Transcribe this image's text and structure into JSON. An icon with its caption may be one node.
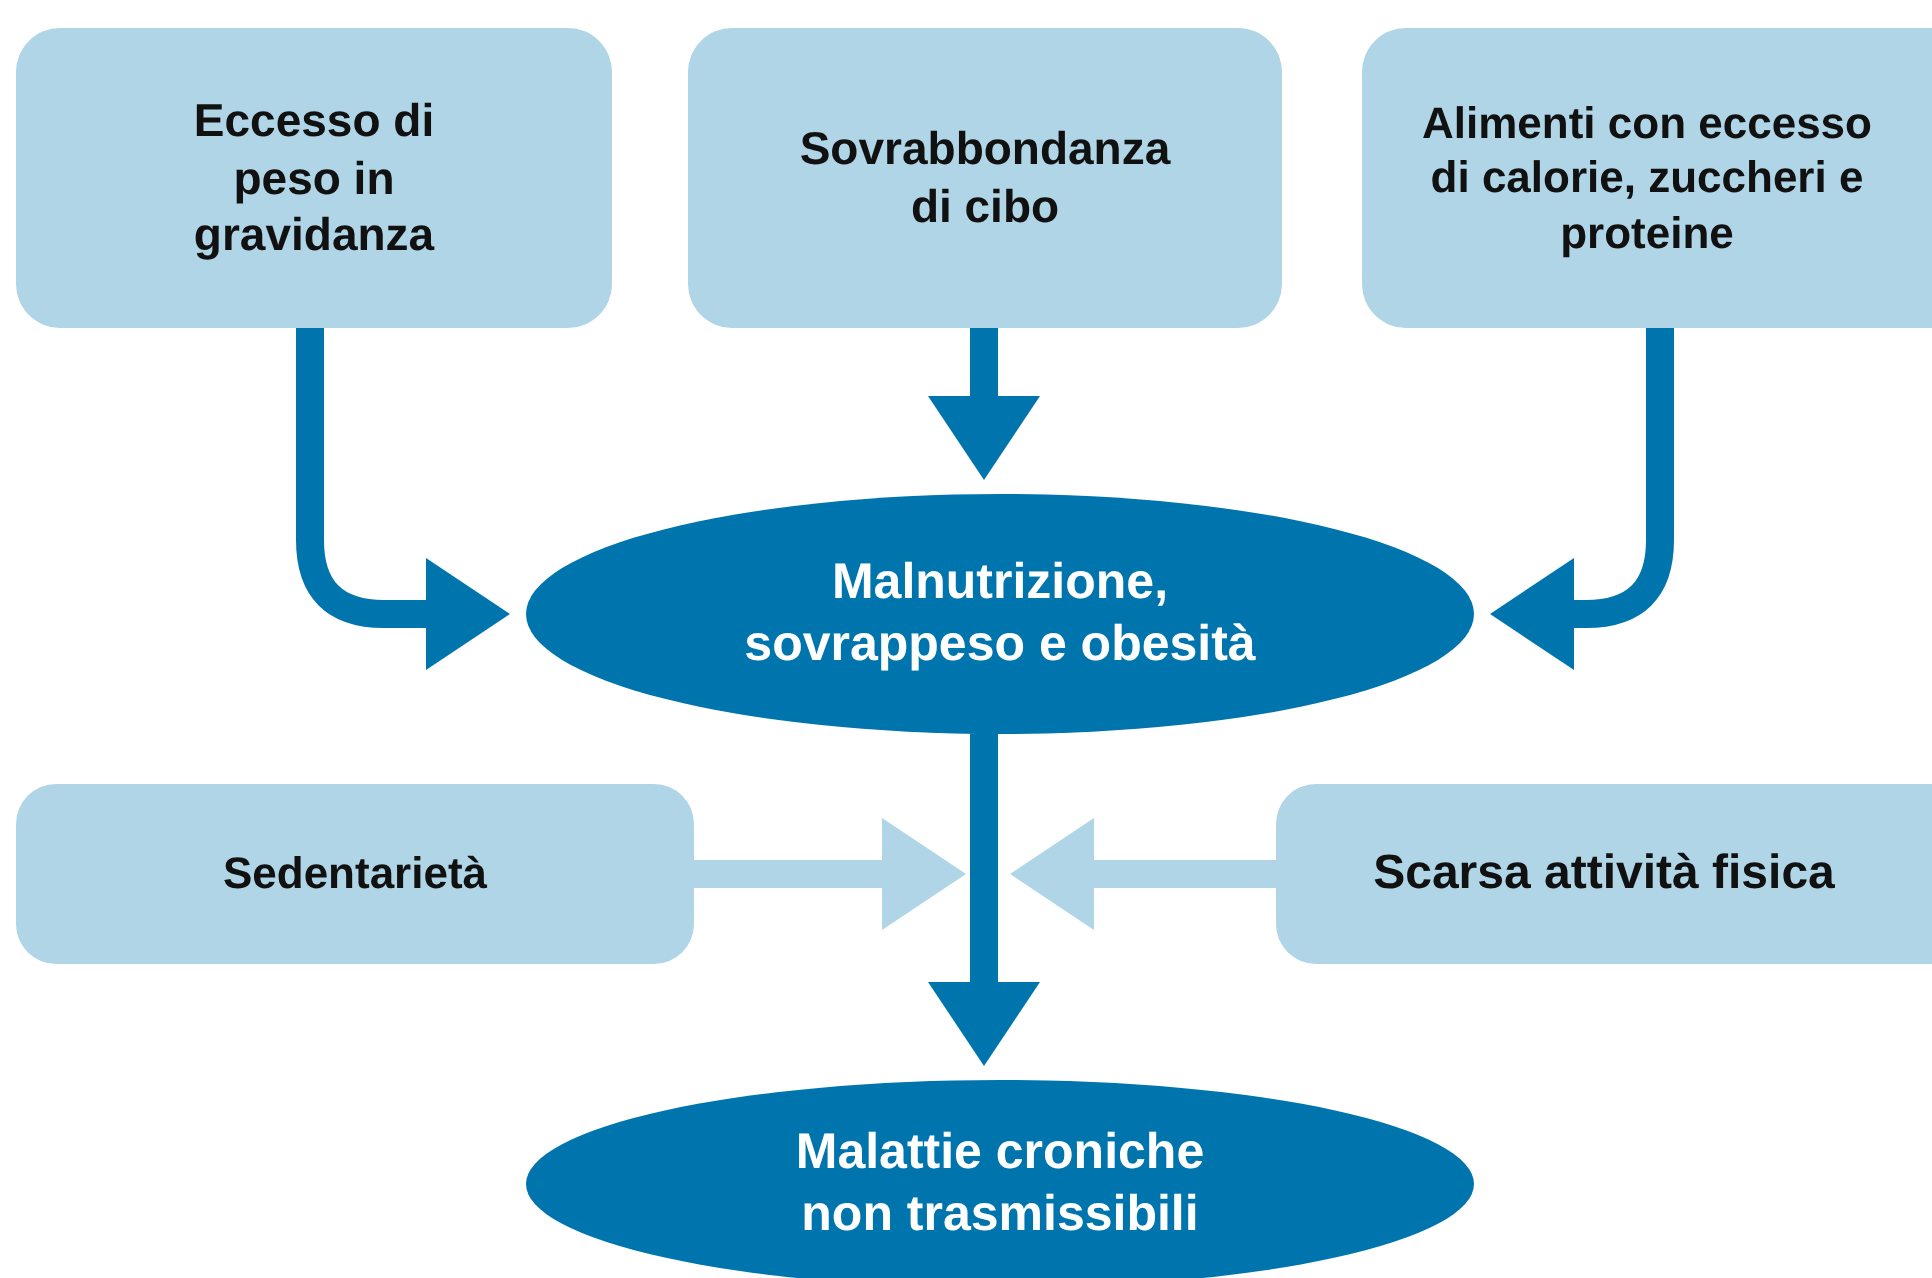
{
  "diagram": {
    "nodes": [
      {
        "text": [
          "Eccesso di peso in gravidanza"
        ]
      },
      {
        "text": [
          "Sovrabbondanza di cibo"
        ]
      },
      {
        "text": [
          "Alimenti con eccesso di calorie, zuccheri e proteine"
        ]
      },
      {
        "text": [
          "Malnutrizione, sovrappeso e obesità"
        ]
      },
      {
        "text": [
          "Sedentarietà"
        ]
      },
      {
        "text": [
          "Scarsa attività fisica"
        ]
      },
      {
        "text": [
          "Malattie croniche non trasmissibili"
        ]
      }
    ],
    "edges": [
      {
        "from": 0,
        "to": 3,
        "arrow": "to"
      },
      {
        "from": 1,
        "to": 3,
        "arrow": "to"
      },
      {
        "from": 2,
        "to": 3,
        "arrow": "to"
      },
      {
        "from": 3,
        "to": 6,
        "arrow": "to"
      },
      {
        "from": 4,
        "to": null,
        "arrow": "to",
        "color": "#afd5e6"
      },
      {
        "from": 5,
        "to": null,
        "arrow": "to",
        "color": "#afd5e6"
      }
    ]
  }
}
